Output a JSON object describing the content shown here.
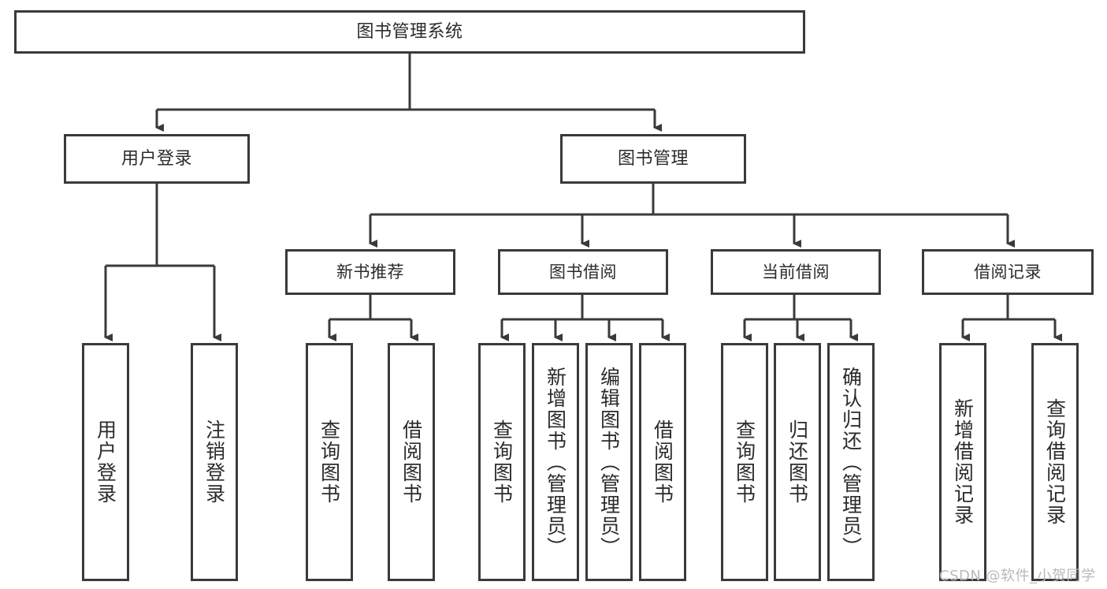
{
  "diagram": {
    "type": "tree-hierarchy-chart",
    "title": "图书管理系统",
    "root": {
      "label": "图书管理系统"
    },
    "level2": [
      {
        "label": "用户登录"
      },
      {
        "label": "图书管理"
      }
    ],
    "level3": [
      {
        "label": "新书推荐"
      },
      {
        "label": "图书借阅"
      },
      {
        "label": "当前借阅"
      },
      {
        "label": "借阅记录"
      }
    ],
    "leaves": {
      "user_login": [
        {
          "label": "用户登录"
        },
        {
          "label": "注销登录"
        }
      ],
      "new_book_recommend": [
        {
          "label": "查询图书"
        },
        {
          "label": "借阅图书"
        }
      ],
      "book_borrow": [
        {
          "label": "查询图书"
        },
        {
          "label": "新增图书（管理员）"
        },
        {
          "label": "编辑图书（管理员）"
        },
        {
          "label": "借阅图书"
        }
      ],
      "current_borrow": [
        {
          "label": "查询图书"
        },
        {
          "label": "归还图书"
        },
        {
          "label": "确认归还（管理员）"
        }
      ],
      "borrow_record": [
        {
          "label": "新增借阅记录"
        },
        {
          "label": "查询借阅记录"
        }
      ]
    }
  },
  "watermark": {
    "text": "CSDN @软件_小贺同学"
  },
  "colors": {
    "border": "#3a3a3a",
    "text": "#2b2b2b",
    "background": "#ffffff",
    "watermark": "#b9b9b9"
  }
}
